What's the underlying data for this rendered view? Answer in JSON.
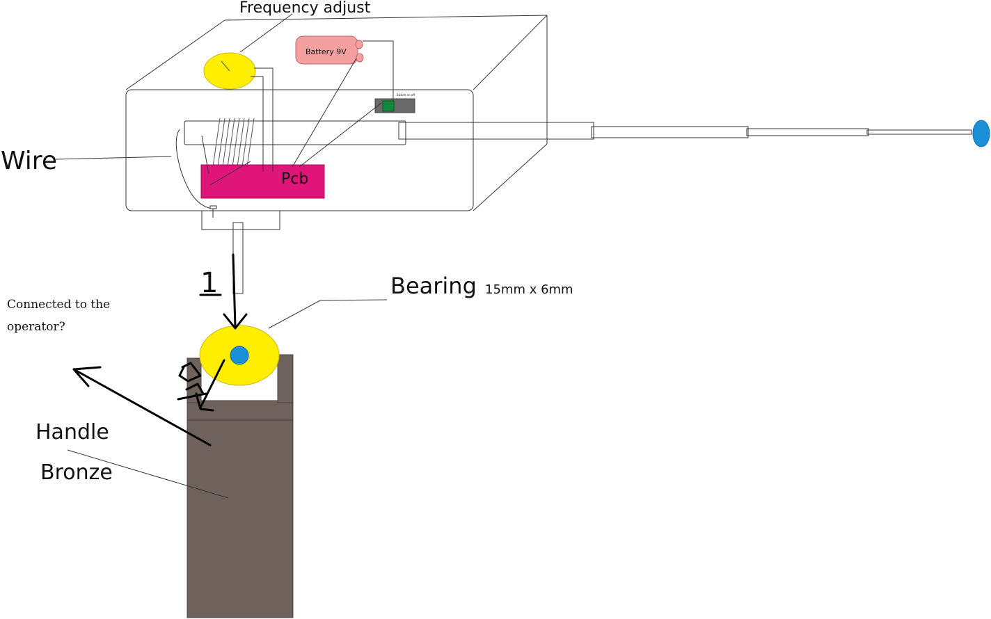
{
  "labels": {
    "frequency_adjust": "Frequency adjust",
    "battery": "Battery 9V",
    "switch": "Switch on off",
    "pcb": "Pcb",
    "wire": "Wire",
    "bearing": "Bearing",
    "bearing_size": "15mm x 6mm",
    "connected_line1": "Connected to the",
    "connected_line2": "operator?",
    "handle": "Handle",
    "bronze": "Bronze",
    "step1": "1"
  },
  "colors": {
    "pcb": "#e0157a",
    "battery": "#f4a0a0",
    "knob": "#ffee00",
    "bearing": "#ffee00",
    "bearing_center": "#1b8fd8",
    "antenna_tip": "#1b8fd8",
    "switch_body": "#6a6a6a",
    "switch_knob": "#0f8a3c",
    "handle": "#6f625d",
    "outline": "#333333"
  }
}
